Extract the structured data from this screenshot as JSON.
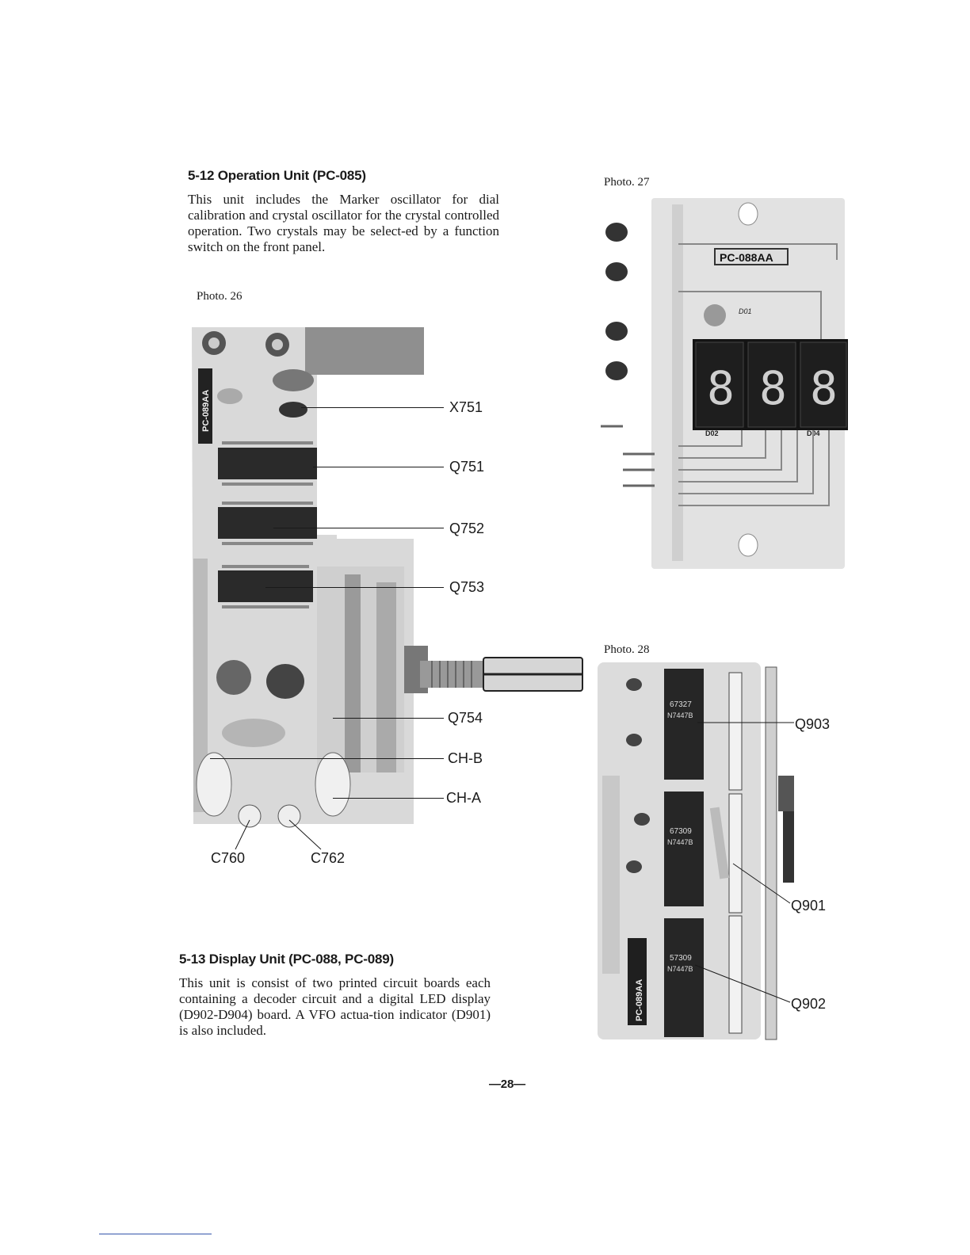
{
  "section_512": {
    "heading": "5-12 Operation Unit (PC-085)",
    "body": "This unit includes the Marker oscillator for dial calibration and crystal oscillator for the crystal controlled operation. Two crystals may be select-ed by a function switch on the front panel."
  },
  "photo26": {
    "caption": "Photo. 26",
    "board_label": "PC-089AA",
    "callouts": {
      "x751": "X751",
      "q751": "Q751",
      "q752": "Q752",
      "q753": "Q753",
      "q754": "Q754",
      "chb": "CH-B",
      "cha": "CH-A",
      "c760": "C760",
      "c762": "C762"
    }
  },
  "photo27": {
    "caption": "Photo. 27",
    "board_label": "PC-088AA",
    "digits": [
      "8",
      "8",
      "8"
    ],
    "silk": {
      "d01": "D01",
      "d02": "D02",
      "d04": "D04"
    }
  },
  "photo28": {
    "caption": "Photo. 28",
    "board_label": "PC-089AA",
    "chips": [
      {
        "line1": "67327",
        "line2": "N7447B"
      },
      {
        "line1": "67309",
        "line2": "N7447B"
      },
      {
        "line1": "57309",
        "line2": "N7447B"
      }
    ],
    "callouts": {
      "q903": "Q903",
      "q901": "Q901",
      "q902": "Q902"
    }
  },
  "section_513": {
    "heading": "5-13 Display Unit (PC-088, PC-089)",
    "body": "This unit is consist of two printed circuit boards each containing a decoder circuit and a digital LED display (D902-D904) board. A VFO actua-tion indicator (D901) is also included."
  },
  "footer": {
    "page_number": "—28—"
  }
}
